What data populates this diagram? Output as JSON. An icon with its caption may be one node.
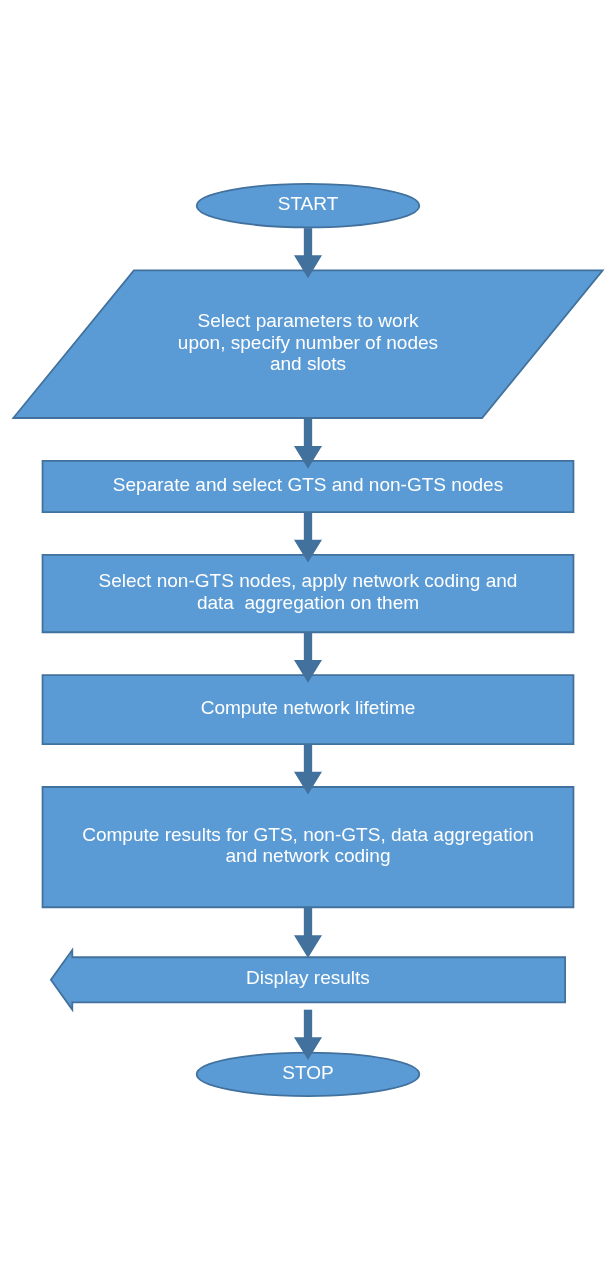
{
  "diagram": {
    "nodes": [
      {
        "text": [
          "START"
        ]
      },
      {
        "text": [
          "Select parameters to work upon, specify number of nodes and slots"
        ]
      },
      {
        "text": [
          "Separate and select GTS and non-GTS nodes"
        ]
      },
      {
        "text": [
          "Select non-GTS nodes, apply network coding and data  aggregation on them"
        ]
      },
      {
        "text": [
          "Compute network lifetime"
        ]
      },
      {
        "text": [
          "Compute results for GTS, non-GTS, data aggregation and network coding"
        ]
      },
      {
        "text": [
          "Display results"
        ]
      },
      {
        "text": [
          "STOP"
        ]
      }
    ],
    "edges": [
      {
        "from": 0,
        "to": 1,
        "arrow": "to"
      },
      {
        "from": 1,
        "to": 2,
        "arrow": "to"
      },
      {
        "from": 2,
        "to": 3,
        "arrow": "to"
      },
      {
        "from": 3,
        "to": 4,
        "arrow": "to"
      },
      {
        "from": 4,
        "to": 5,
        "arrow": "to"
      },
      {
        "from": 5,
        "to": 6,
        "arrow": "to"
      },
      {
        "from": 6,
        "to": 7,
        "arrow": "to"
      }
    ]
  }
}
